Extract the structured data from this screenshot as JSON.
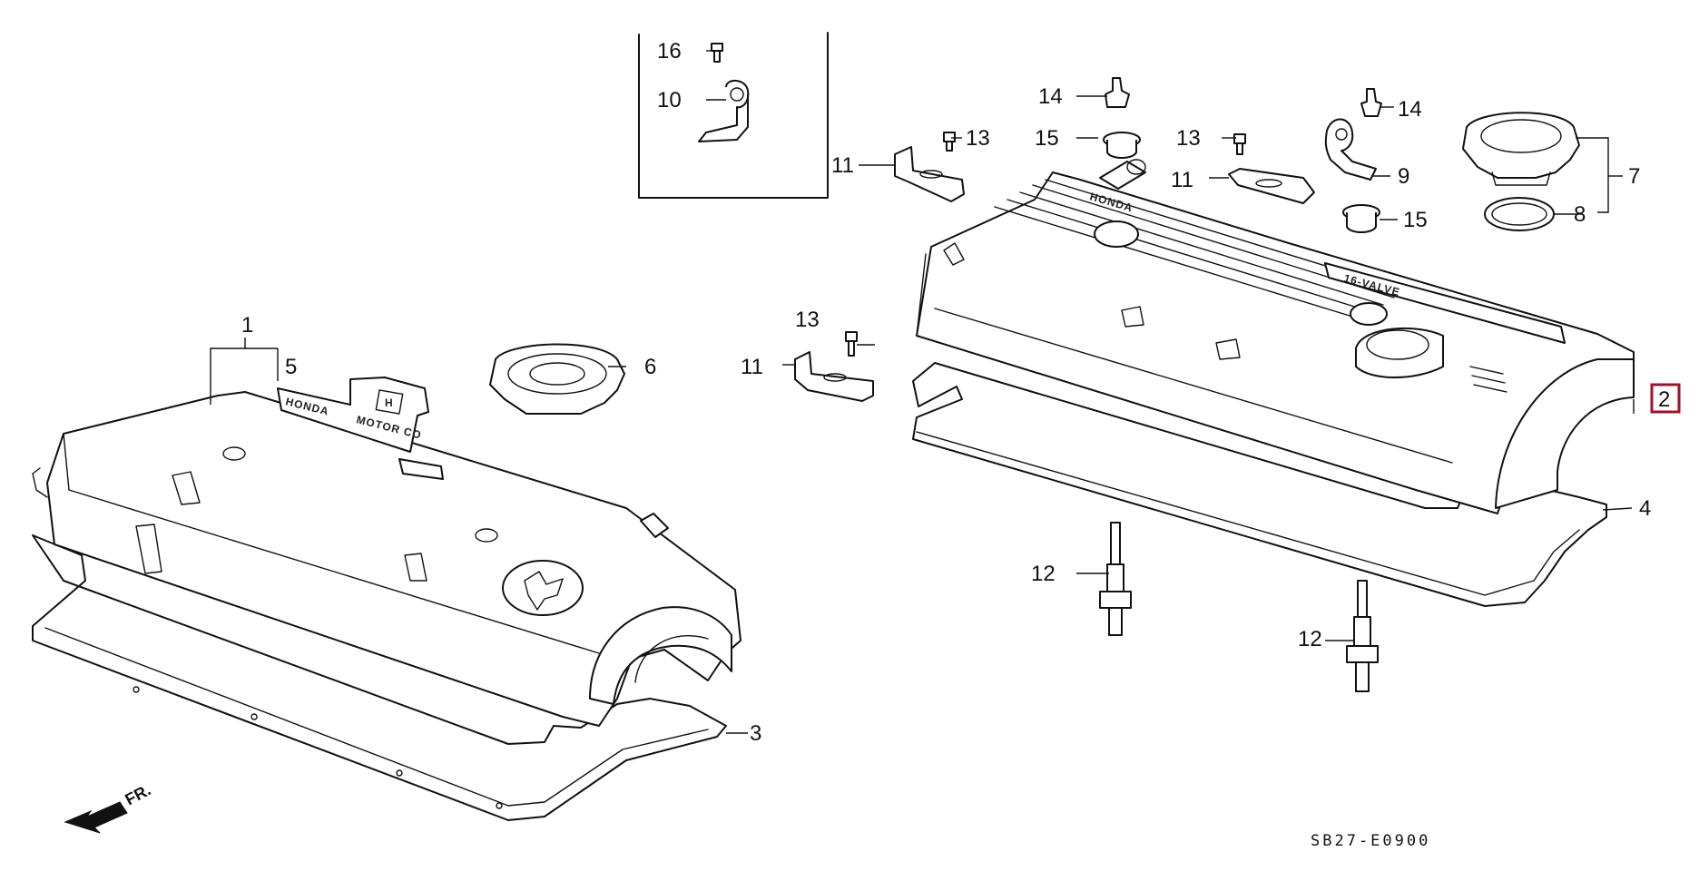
{
  "diagram": {
    "code": "SB27-E0900",
    "direction_label": "FR.",
    "highlighted_callout": "2",
    "highlight_color": "#a0112b",
    "line_color": "#111111",
    "emblem": {
      "honda": "HONDA",
      "motor": "MOTOR CO",
      "logo_letter": "H",
      "valve": "16-VALVE"
    },
    "callouts": {
      "c1": "1",
      "c2": "2",
      "c3": "3",
      "c4": "4",
      "c5": "5",
      "c6": "6",
      "c7": "7",
      "c8": "8",
      "c9": "9",
      "c10": "10",
      "c11a": "11",
      "c11b": "11",
      "c11c": "11",
      "c12a": "12",
      "c12b": "12",
      "c13a": "13",
      "c13b": "13",
      "c13c": "13",
      "c14a": "14",
      "c14b": "14",
      "c15a": "15",
      "c15b": "15",
      "c16": "16"
    }
  }
}
